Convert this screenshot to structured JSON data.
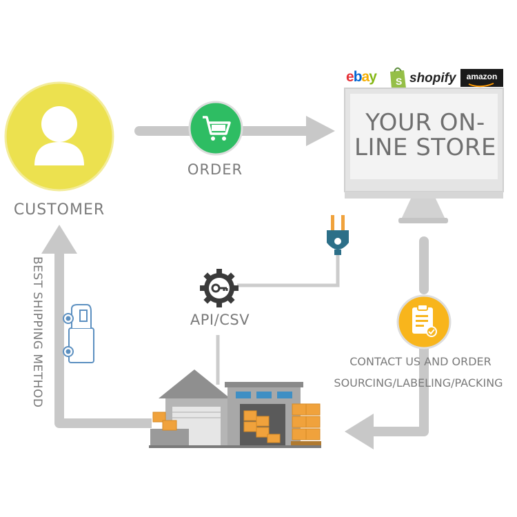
{
  "nodes": {
    "customer": {
      "label": "CUSTOMER"
    },
    "order": {
      "label": "ORDER"
    },
    "store": {
      "screen_text": "YOUR ON-LINE STORE"
    },
    "api": {
      "label": "API/CSV"
    },
    "fulfillment": {
      "line1": "CONTACT US AND ORDER",
      "line2": "SOURCING/LABELING/PACKING"
    },
    "shipping": {
      "label": "BEST SHIPPING METHOD"
    }
  },
  "platforms": {
    "ebay": [
      "e",
      "b",
      "a",
      "y"
    ],
    "shopify": "shopify",
    "amazon": "amazon"
  },
  "colors": {
    "arrow": "#c8c8c8",
    "customer_circle": "#ece14f",
    "order_circle": "#2ebd63",
    "fulfillment_circle": "#f8b51c",
    "ebay": [
      "#e53238",
      "#0064d2",
      "#f5af02",
      "#86b817"
    ],
    "shopify": "#95bf47",
    "box": "#f0a23c",
    "warehouse": "#9a9a9a"
  },
  "icons": [
    "user-icon",
    "shopping-cart-icon",
    "monitor-icon",
    "power-plug-icon",
    "gear-key-icon",
    "clipboard-icon",
    "delivery-van-icon",
    "warehouse-icon"
  ]
}
